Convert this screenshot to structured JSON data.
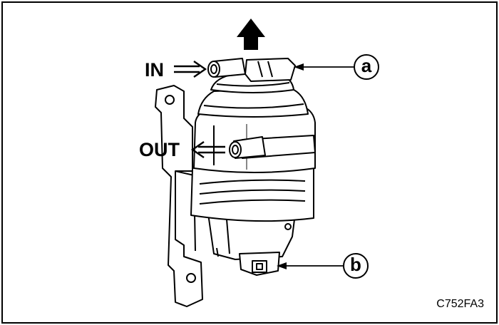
{
  "labels": {
    "in": "IN",
    "out": "OUT",
    "callout_a": "a",
    "callout_b": "b",
    "figure_code": "C752FA3"
  },
  "icons": {
    "flow_up": "up-arrow-icon",
    "flow_in": "double-arrow-right-icon",
    "flow_out": "double-arrow-left-icon"
  },
  "colors": {
    "ink": "#000000",
    "paper": "#ffffff",
    "shade": "#d9d9d9"
  }
}
